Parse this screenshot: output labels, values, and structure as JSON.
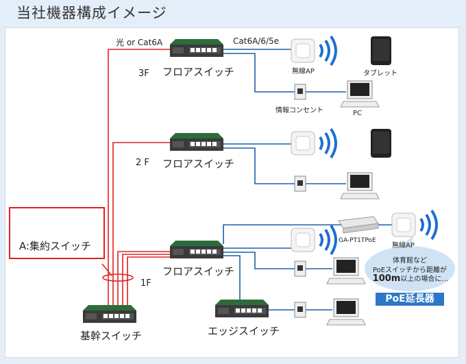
{
  "page": {
    "title": "当社機器構成イメージ"
  },
  "labels": {
    "fiber_label": "光 or Cat6A",
    "cable_label": "Cat6A/6/5e",
    "floor_3f": "3F",
    "floor_2f": "2 F",
    "floor_1f": "1F",
    "floor_switch_3f": "フロアスイッチ",
    "floor_switch_2f": "フロアスイッチ",
    "floor_switch_1f": "フロアスイッチ",
    "wireless_ap_3f": "無線AP",
    "tablet": "タブレット",
    "info_outlet": "情報コンセント",
    "pc": "PC",
    "poe_device": "GA-PT1TPoE",
    "wireless_ap_1f": "無線AP",
    "core_switch": "基幹スイッチ",
    "edge_switch": "エッジスイッチ",
    "aggregation_switch": "A:集約スイッチ"
  },
  "bubble": {
    "line1": "体育館など",
    "line2": "PoEスイッチから距離が",
    "line3_bold": "100m",
    "line3_rest": "以上の場合に…",
    "badge": "PoE延長器"
  },
  "colors": {
    "fiber": "#e02020",
    "cable": "#1f5fa8",
    "switch_top": "#2e6b3a",
    "switch_body": "#3a3a3a",
    "wifi": "#1f6fd0",
    "bubble": "#cfe3f5",
    "badge": "#2d77c5"
  }
}
